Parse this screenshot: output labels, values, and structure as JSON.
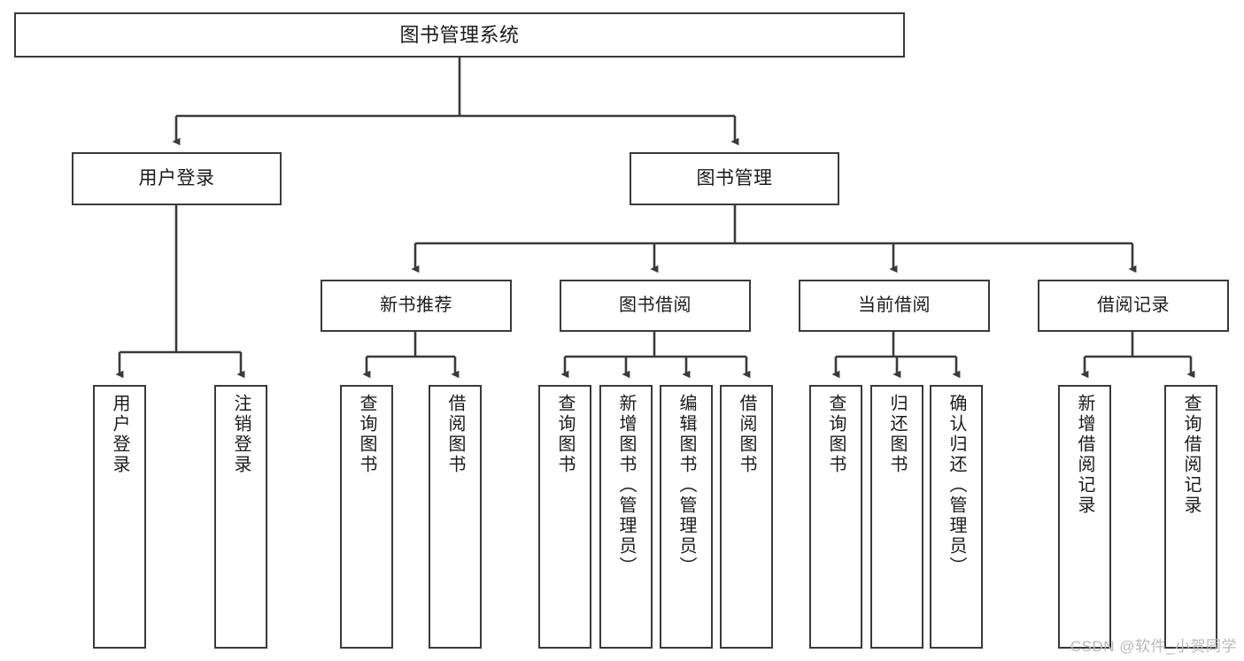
{
  "diagram": {
    "title": "图书管理系统",
    "type": "tree",
    "background_color": "#ffffff",
    "line_color": "#3a3a3a",
    "text_color": "#1b1b1b",
    "nodes": {
      "root": {
        "label": "图书管理系统"
      },
      "tier2": [
        {
          "id": "user-login",
          "label": "用户登录"
        },
        {
          "id": "book-management",
          "label": "图书管理"
        }
      ],
      "tier3": [
        {
          "id": "new-book-recommend",
          "label": "新书推荐"
        },
        {
          "id": "book-borrow",
          "label": "图书借阅"
        },
        {
          "id": "current-borrow",
          "label": "当前借阅"
        },
        {
          "id": "borrow-record",
          "label": "借阅记录"
        }
      ],
      "leaves": {
        "user_login": [
          {
            "id": "leaf-user-login",
            "label": "用户登录"
          },
          {
            "id": "leaf-logout",
            "label": "注销登录"
          }
        ],
        "new_book_recommend": [
          {
            "id": "leaf-query-book-1",
            "label": "查询图书"
          },
          {
            "id": "leaf-borrow-book-1",
            "label": "借阅图书"
          }
        ],
        "book_borrow": [
          {
            "id": "leaf-query-book-2",
            "label": "查询图书"
          },
          {
            "id": "leaf-add-book",
            "label": "新增图书（管理员）"
          },
          {
            "id": "leaf-edit-book",
            "label": "编辑图书（管理员）"
          },
          {
            "id": "leaf-borrow-book-2",
            "label": "借阅图书"
          }
        ],
        "current_borrow": [
          {
            "id": "leaf-query-book-3",
            "label": "查询图书"
          },
          {
            "id": "leaf-return-book",
            "label": "归还图书"
          },
          {
            "id": "leaf-confirm-return",
            "label": "确认归还（管理员）"
          }
        ],
        "borrow_record": [
          {
            "id": "leaf-add-record",
            "label": "新增借阅记录"
          },
          {
            "id": "leaf-query-record",
            "label": "查询借阅记录"
          }
        ]
      }
    }
  },
  "watermark": {
    "text": "CSDN @软件_小贺同学"
  }
}
